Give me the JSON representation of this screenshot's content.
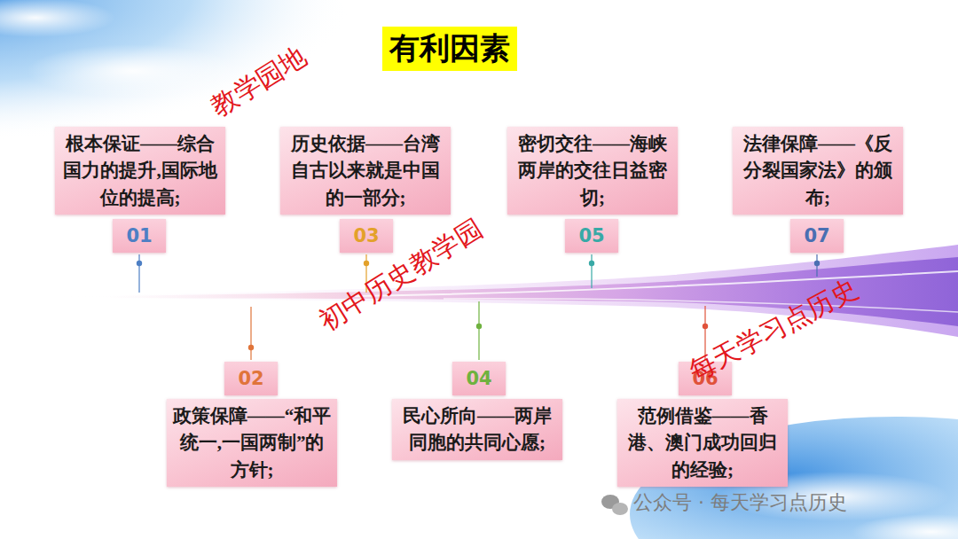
{
  "diagram": {
    "title": "有利因素",
    "nodes": [
      {
        "text": [
          "根本保证——综合国力的提升,国际地位的提高;"
        ]
      },
      {
        "text": [
          "01"
        ]
      },
      {
        "text": [
          "02"
        ]
      },
      {
        "text": [
          "政策保障——“和平统一,一国两制”的方针;"
        ]
      },
      {
        "text": [
          "历史依据——台湾自古以来就是中国的一部分;"
        ]
      },
      {
        "text": [
          "03"
        ]
      },
      {
        "text": [
          "04"
        ]
      },
      {
        "text": [
          "民心所向——两岸同胞的共同心愿;"
        ]
      },
      {
        "text": [
          "密切交往——海峡两岸的交往日益密切;"
        ]
      },
      {
        "text": [
          "05"
        ]
      },
      {
        "text": [
          "06"
        ]
      },
      {
        "text": [
          "范例借鉴——香港、澳门成功回归的经验;"
        ]
      },
      {
        "text": [
          "法律保障——《反分裂国家法》的颁布;"
        ]
      },
      {
        "text": [
          "07"
        ]
      }
    ],
    "labels": [
      "教学园地",
      "初中历史教学园",
      "每天学习点历史",
      "公众号 · 每天学习点历史"
    ]
  }
}
